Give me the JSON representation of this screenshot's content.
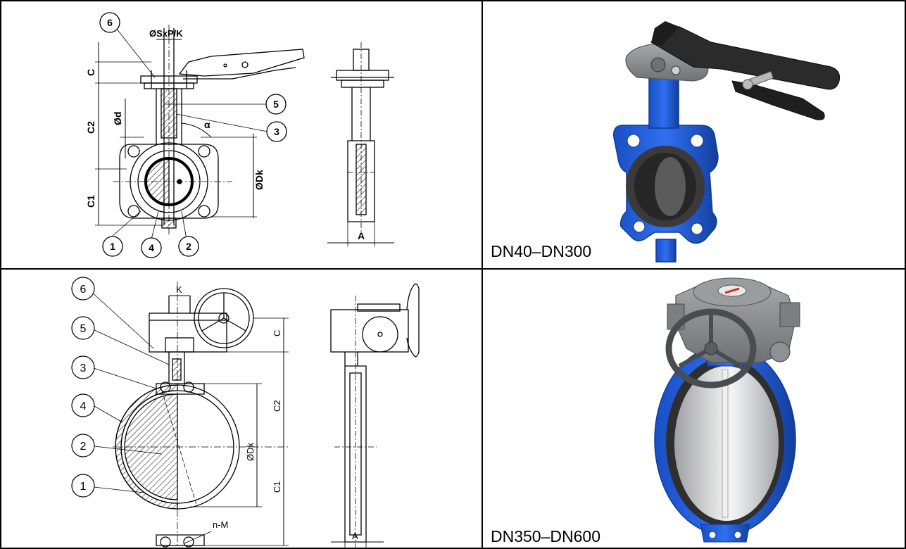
{
  "panels": {
    "top_left": {
      "callouts": [
        "6",
        "5",
        "3",
        "1",
        "4",
        "2"
      ],
      "dims": {
        "shaft": "ØSxP/K",
        "c": "C",
        "c2": "C2",
        "c1": "C1",
        "d": "Ød",
        "alpha": "α",
        "dk": "ØDk",
        "a": "A"
      }
    },
    "top_right": {
      "caption": "DN40–DN300"
    },
    "bottom_left": {
      "callouts": [
        "6",
        "5",
        "3",
        "4",
        "2",
        "1"
      ],
      "dims": {
        "k": "K",
        "c": "C",
        "c2": "C2",
        "c1": "C1",
        "dk": "ØDk",
        "nm": "n-M",
        "a": "A"
      }
    },
    "bottom_right": {
      "caption": "DN350–DN600"
    }
  },
  "colors": {
    "blue": "#1f5fd8",
    "blue_dark": "#0e3b9a",
    "handle": "#2b2b2b",
    "liner": "#3a3a3a",
    "disc": "#cfcfcf",
    "steel": "#8a8d90",
    "hatch": "#000000"
  }
}
